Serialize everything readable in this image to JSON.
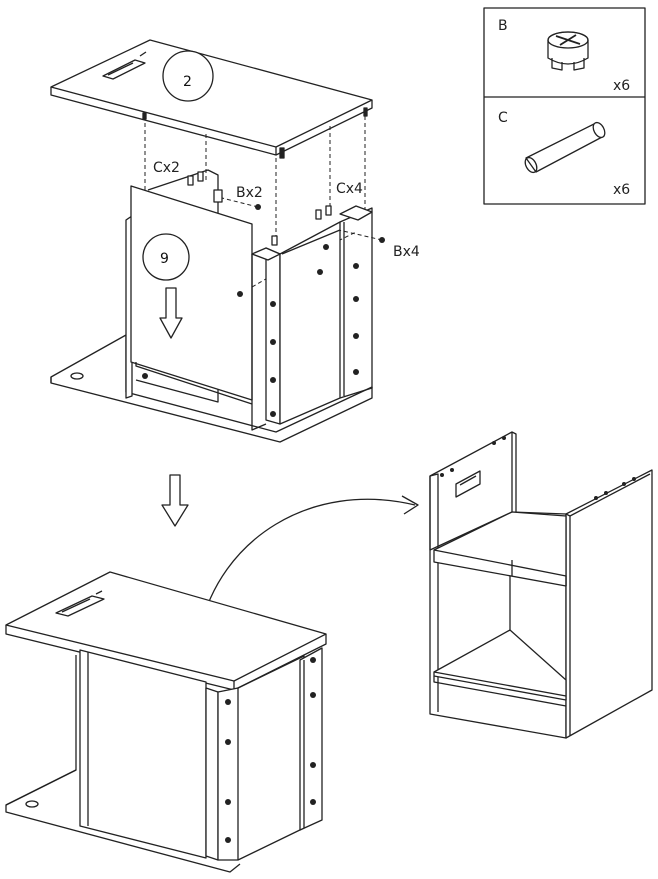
{
  "parts_box": {
    "part_b": {
      "letter": "B",
      "qty": "x6",
      "icon": "cam-lock-fitting-icon"
    },
    "part_c": {
      "letter": "C",
      "qty": "x6",
      "icon": "wooden-dowel-icon"
    }
  },
  "callouts": {
    "step_top": "2",
    "step_front": "9",
    "dowels_left": "Cx2",
    "cams_left": "Bx2",
    "dowels_right": "Cx4",
    "cams_right": "Bx4"
  },
  "colors": {
    "line": "#222222",
    "panel": "#ffffff",
    "edge_fill": "#f2f2f2"
  }
}
